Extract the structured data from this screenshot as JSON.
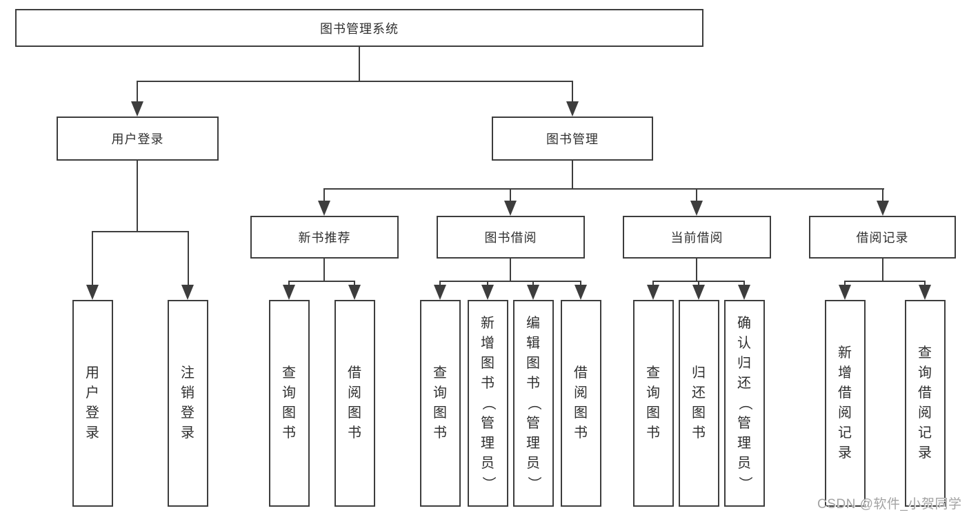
{
  "diagram": {
    "title": "图书管理系统",
    "root": {
      "label": "图书管理系统"
    },
    "branches": [
      {
        "label": "用户登录",
        "children": [
          {
            "label": "用户登录"
          },
          {
            "label": "注销登录"
          }
        ]
      },
      {
        "label": "图书管理",
        "children": [
          {
            "label": "新书推荐",
            "children": [
              {
                "label": "查询图书"
              },
              {
                "label": "借阅图书"
              }
            ]
          },
          {
            "label": "图书借阅",
            "children": [
              {
                "label": "查询图书"
              },
              {
                "label": "新增图书（管理员）"
              },
              {
                "label": "编辑图书（管理员）"
              },
              {
                "label": "借阅图书"
              }
            ]
          },
          {
            "label": "当前借阅",
            "children": [
              {
                "label": "查询图书"
              },
              {
                "label": "归还图书"
              },
              {
                "label": "确认归还（管理员）"
              }
            ]
          },
          {
            "label": "借阅记录",
            "children": [
              {
                "label": "新增借阅记录"
              },
              {
                "label": "查询借阅记录"
              }
            ]
          }
        ]
      }
    ]
  },
  "watermark": {
    "text": "CSDN @软件_小贺同学"
  },
  "colors": {
    "background": "#ffffff",
    "box_border": "#3d3d3d",
    "connector": "#3d3d3d",
    "text": "#2f2f2f",
    "watermark": "#a3a3a3"
  }
}
